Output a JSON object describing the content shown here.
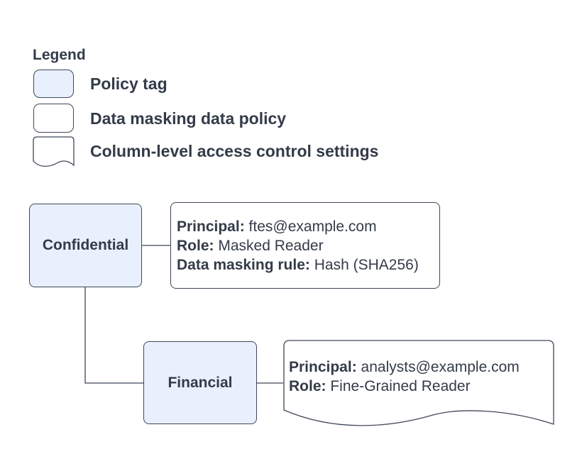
{
  "legend": {
    "title": "Legend",
    "items": [
      {
        "label": "Policy tag"
      },
      {
        "label": "Data masking data policy"
      },
      {
        "label": "Column-level access control settings"
      }
    ]
  },
  "nodes": {
    "confidential": {
      "label": "Confidential"
    },
    "financial": {
      "label": "Financial"
    }
  },
  "cards": {
    "masking_policy": {
      "lines": [
        {
          "key": "Principal:",
          "value": "ftes@example.com"
        },
        {
          "key": "Role:",
          "value": "Masked Reader"
        },
        {
          "key": "Data masking rule:",
          "value": "Hash (SHA256)"
        }
      ]
    },
    "access_settings": {
      "lines": [
        {
          "key": "Principal:",
          "value": "analysts@example.com"
        },
        {
          "key": "Role:",
          "value": "Fine-Grained Reader"
        }
      ]
    }
  },
  "colors": {
    "policy_tag_fill": "#e8f0fe",
    "shape_stroke": "#3f4757",
    "text": "#333b49",
    "background": "#ffffff"
  }
}
